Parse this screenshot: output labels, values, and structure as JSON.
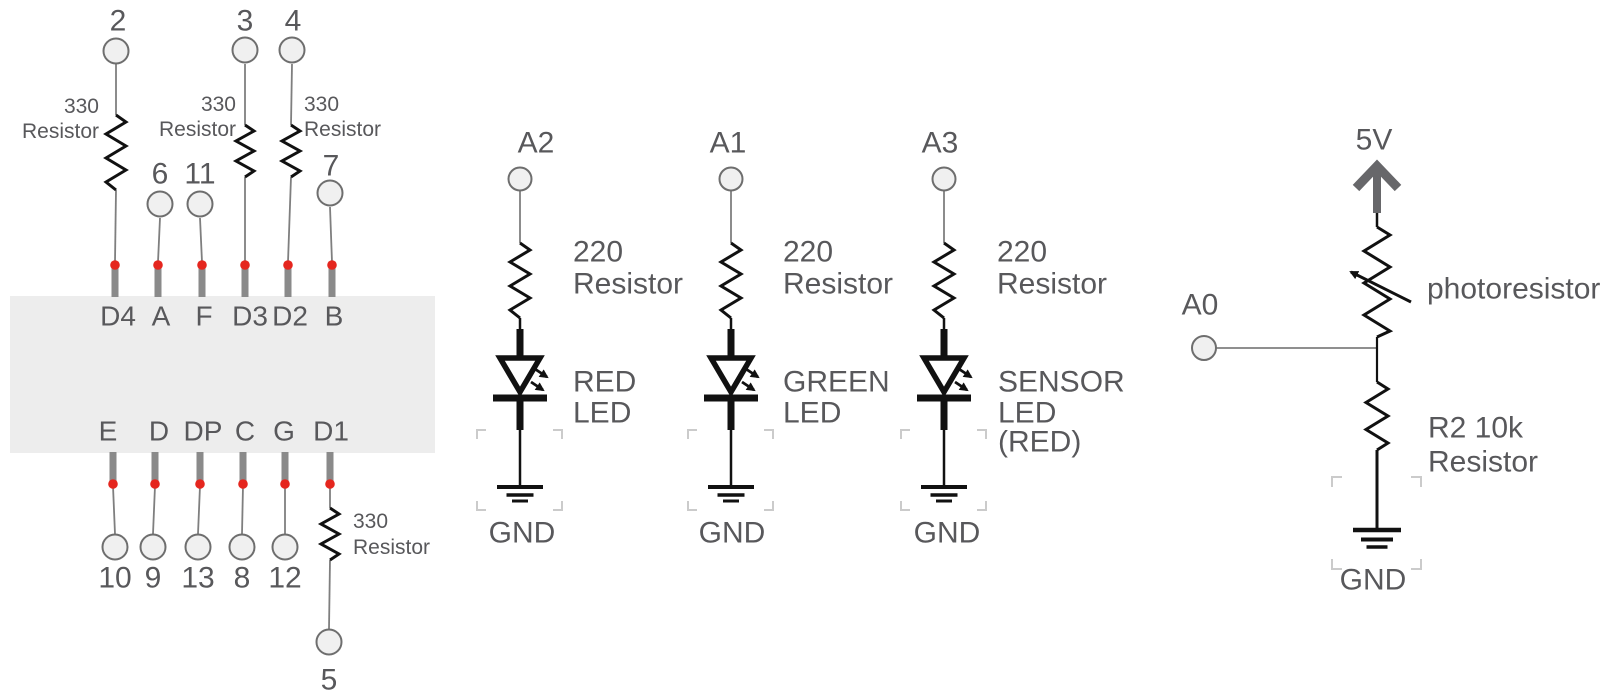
{
  "diagram_type": "circuit-schematic",
  "colors": {
    "text": "#58585b",
    "component_stroke": "#111111",
    "wire": "#7f7f7f",
    "pin_dot_red": "#e5261e",
    "display_body": "#ededed",
    "connector_fill": "#f0f0f0",
    "connector_stroke": "#6e6e6e",
    "power_arrow": "#67676a",
    "selection_bracket": "#cbcbcb"
  },
  "seven_segment_display": {
    "top_row": [
      {
        "arduino_pin": "2",
        "segment": "D4",
        "resistor": {
          "value": "330",
          "name": "Resistor"
        }
      },
      {
        "arduino_pin": "6",
        "segment": "A"
      },
      {
        "arduino_pin": "11",
        "segment": "F"
      },
      {
        "arduino_pin": "3",
        "segment": "D3",
        "resistor": {
          "value": "330",
          "name": "Resistor"
        }
      },
      {
        "arduino_pin": "4",
        "segment": "D2",
        "resistor": {
          "value": "330",
          "name": "Resistor"
        }
      },
      {
        "arduino_pin": "7",
        "segment": "B"
      }
    ],
    "bottom_row": [
      {
        "arduino_pin": "10",
        "segment": "E"
      },
      {
        "arduino_pin": "9",
        "segment": "D"
      },
      {
        "arduino_pin": "13",
        "segment": "DP"
      },
      {
        "arduino_pin": "8",
        "segment": "C"
      },
      {
        "arduino_pin": "12",
        "segment": "G"
      },
      {
        "arduino_pin": "5",
        "segment": "D1",
        "resistor": {
          "value": "330",
          "name": "Resistor"
        }
      }
    ]
  },
  "led_circuits": [
    {
      "arduino_pin": "A2",
      "resistor_value": "220",
      "resistor_name": "Resistor",
      "led_label_lines": [
        "RED",
        "LED"
      ],
      "ground_label": "GND"
    },
    {
      "arduino_pin": "A1",
      "resistor_value": "220",
      "resistor_name": "Resistor",
      "led_label_lines": [
        "GREEN",
        "LED"
      ],
      "ground_label": "GND"
    },
    {
      "arduino_pin": "A3",
      "resistor_value": "220",
      "resistor_name": "Resistor",
      "led_label_lines": [
        "SENSOR",
        "LED",
        "(RED)"
      ],
      "ground_label": "GND"
    }
  ],
  "photoresistor_circuit": {
    "supply_label": "5V",
    "component_label": "photoresistor",
    "arduino_pin": "A0",
    "resistor_label_line1": "R2 10k",
    "resistor_label_line2": "Resistor",
    "ground_label": "GND"
  }
}
